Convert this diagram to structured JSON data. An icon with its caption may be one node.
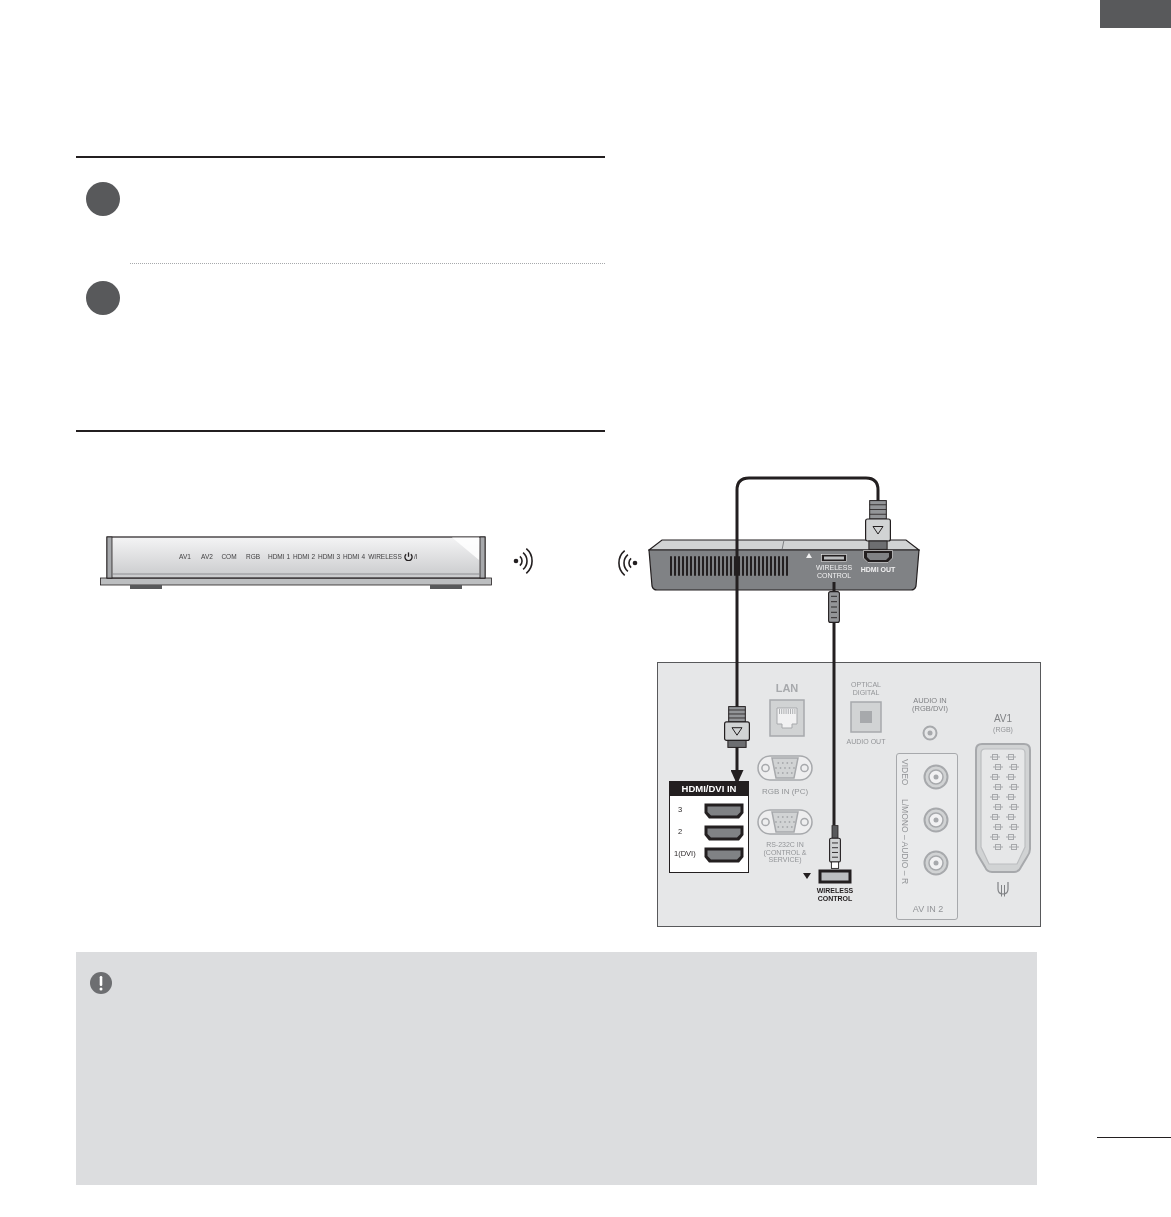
{
  "diagram": {
    "nodes": [
      {
        "text": [
          "AV1",
          "AV2",
          "COM",
          "RGB",
          "HDMI 1",
          "HDMI 2",
          "HDMI 3",
          "HDMI 4",
          "WIRELESS",
          "/I"
        ]
      },
      {
        "text": [],
        "shape": "picture"
      },
      {
        "text": [
          "WIRELESS CONTROL"
        ],
        "in": 1
      },
      {
        "text": [
          "HDMI OUT"
        ],
        "in": 1
      },
      {
        "text": [],
        "shape": "box"
      },
      {
        "text": [
          "LAN"
        ],
        "in": 4
      },
      {
        "text": [
          "OPTICAL DIGITAL",
          "AUDIO OUT"
        ],
        "in": 4
      },
      {
        "text": [
          "AUDIO IN (RGB/DVI)"
        ],
        "in": 4
      },
      {
        "text": [
          "AV1",
          "(RGB)"
        ],
        "in": 4
      },
      {
        "text": [
          "HDMI/DVI IN"
        ],
        "in": 4
      },
      {
        "text": [
          "3"
        ],
        "in": 9
      },
      {
        "text": [
          "2"
        ],
        "in": 9
      },
      {
        "text": [
          "1(DVI)"
        ],
        "in": 9
      },
      {
        "text": [
          "RGB IN (PC)"
        ],
        "in": 4
      },
      {
        "text": [
          "RS-232C IN (CONTROL & SERVICE)"
        ],
        "in": 4
      },
      {
        "text": [
          "WIRELESS CONTROL"
        ],
        "in": 4
      },
      {
        "text": [
          "VIDEO",
          "L/MONO – AUDIO – R",
          "AV IN 2"
        ],
        "in": 4
      }
    ],
    "edges": [
      {
        "from": 3,
        "to": 9,
        "arrow": "to"
      },
      {
        "from": 2,
        "to": 15,
        "arrow": "none"
      }
    ]
  }
}
